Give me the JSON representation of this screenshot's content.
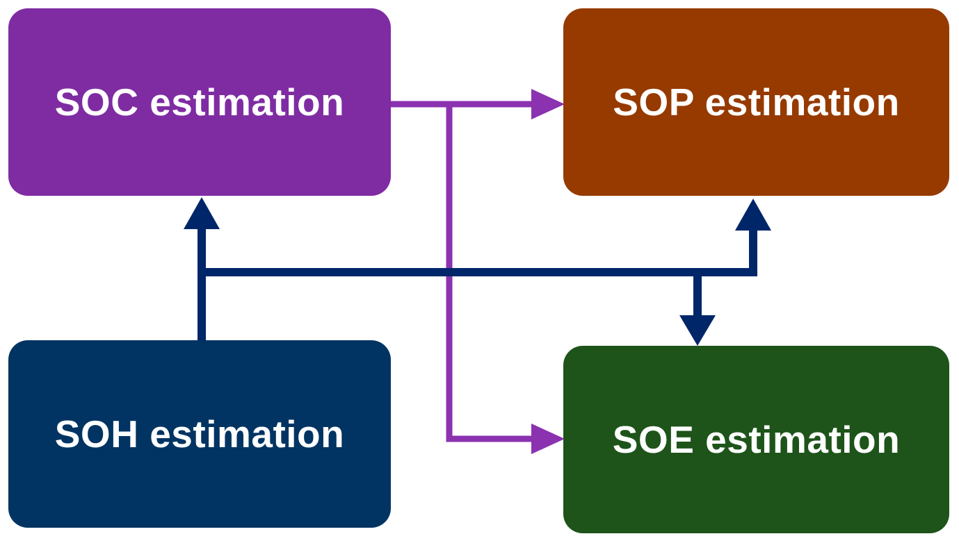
{
  "nodes": {
    "soc": {
      "label": "SOC estimation",
      "color": "#7f2ca3"
    },
    "sop": {
      "label": "SOP estimation",
      "color": "#963a00"
    },
    "soh": {
      "label": "SOH estimation",
      "color": "#013462"
    },
    "soe": {
      "label": "SOE estimation",
      "color": "#1e541a"
    }
  },
  "edges": [
    {
      "from": "SOC estimation",
      "to": "SOP estimation",
      "color": "#8b32b0"
    },
    {
      "from": "SOC estimation",
      "to": "SOE estimation",
      "color": "#8b32b0"
    },
    {
      "from": "SOH estimation",
      "to": "SOC estimation",
      "color": "#00266a"
    },
    {
      "from": "SOH estimation",
      "to": "SOP estimation",
      "color": "#00266a"
    },
    {
      "from": "SOH estimation",
      "to": "SOE estimation",
      "color": "#00266a"
    }
  ]
}
